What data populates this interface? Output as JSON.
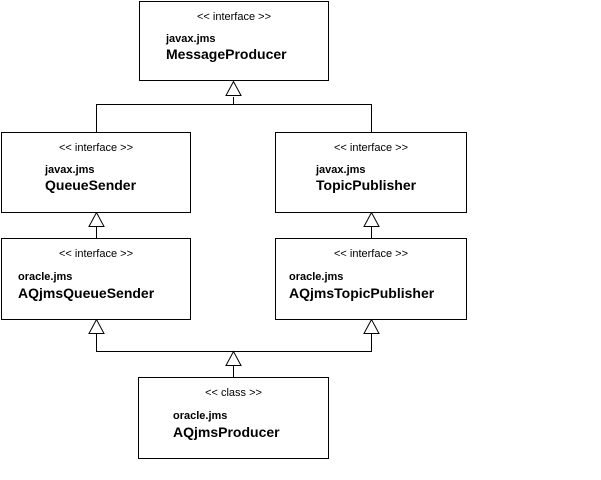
{
  "diagram": {
    "message_producer": {
      "stereotype": "<< interface >>",
      "package": "javax.jms",
      "name": "MessageProducer"
    },
    "queue_sender": {
      "stereotype": "<< interface >>",
      "package": "javax.jms",
      "name": "QueueSender"
    },
    "topic_publisher": {
      "stereotype": "<< interface >>",
      "package": "javax.jms",
      "name": "TopicPublisher"
    },
    "aqjms_queue_sender": {
      "stereotype": "<< interface >>",
      "package": "oracle.jms",
      "name": "AQjmsQueueSender"
    },
    "aqjms_topic_publisher": {
      "stereotype": "<< interface >>",
      "package": "oracle.jms",
      "name": "AQjmsTopicPublisher"
    },
    "aqjms_producer": {
      "stereotype": "<< class >>",
      "package": "oracle.jms",
      "name": "AQjmsProducer"
    }
  }
}
